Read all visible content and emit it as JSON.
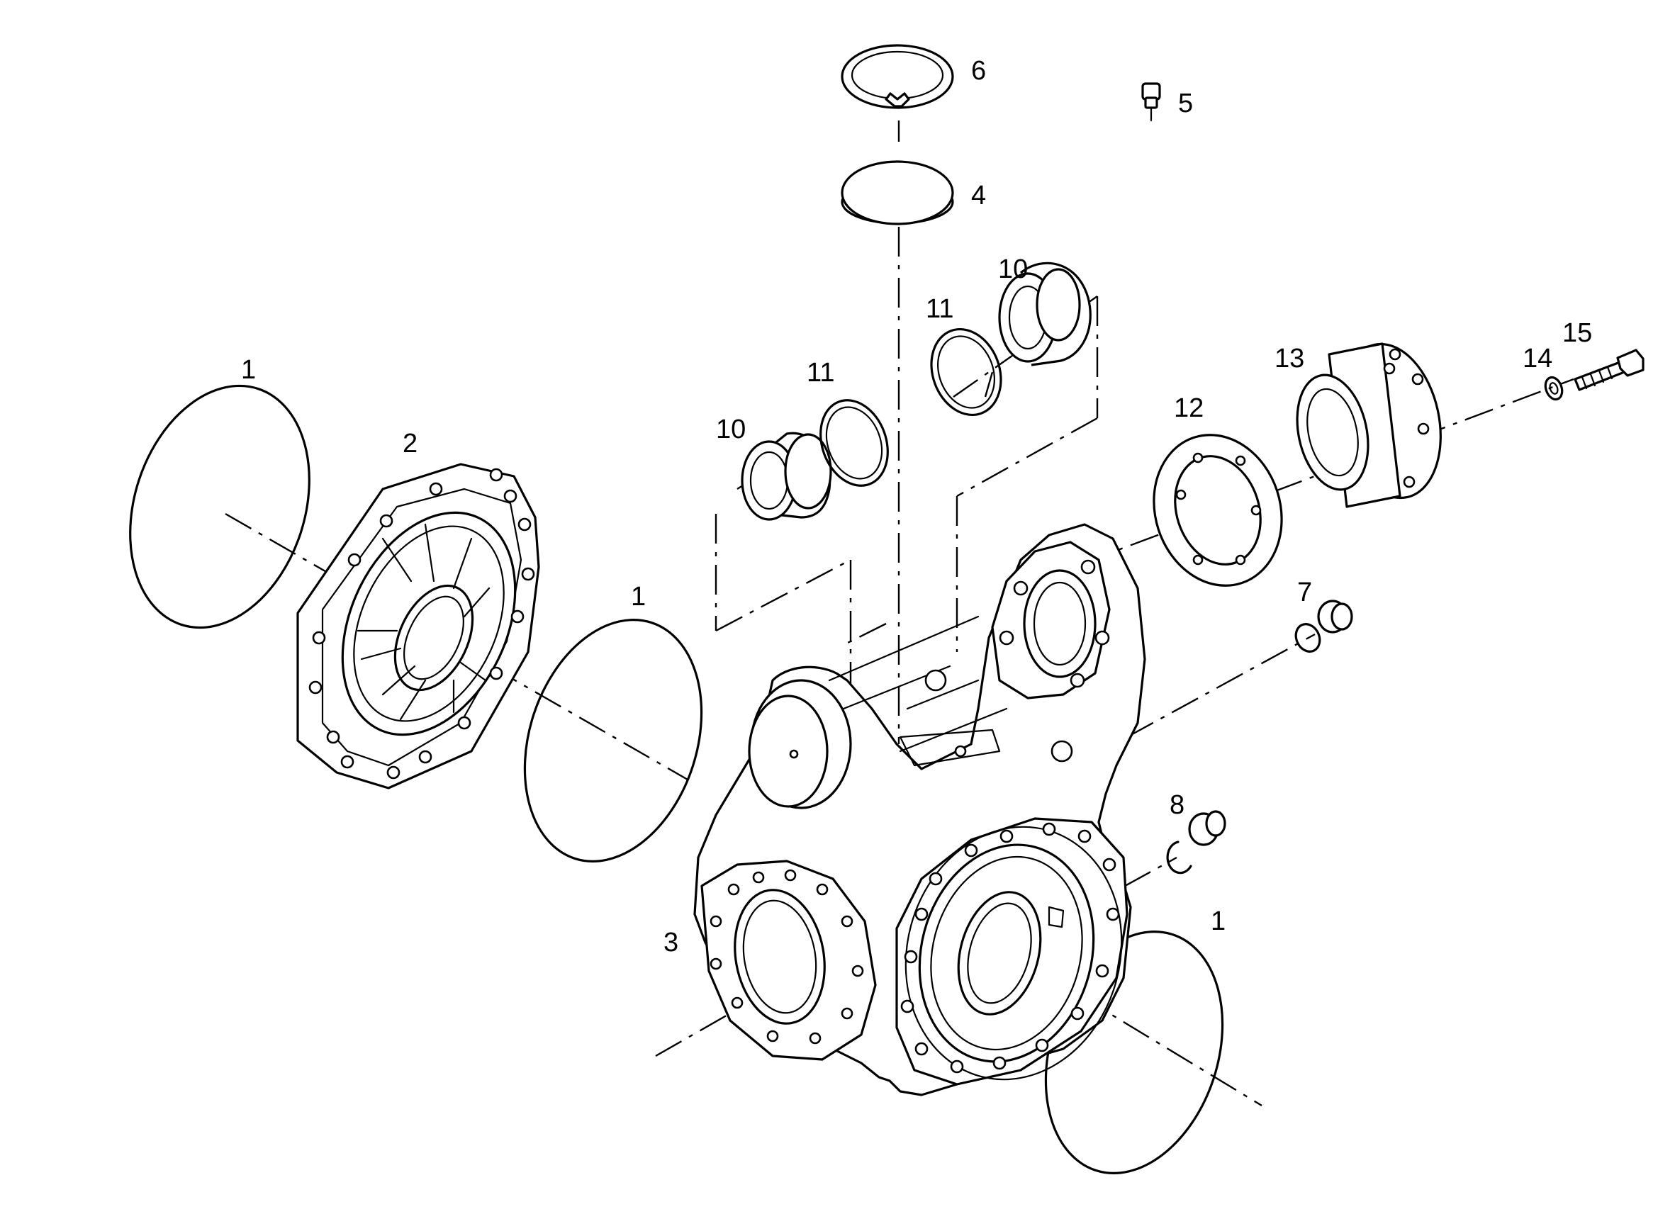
{
  "diagram": {
    "callouts": [
      {
        "id": "c1a",
        "text": "1"
      },
      {
        "id": "c1b",
        "text": "1"
      },
      {
        "id": "c1c",
        "text": "1"
      },
      {
        "id": "c2",
        "text": "2"
      },
      {
        "id": "c3",
        "text": "3"
      },
      {
        "id": "c4",
        "text": "4"
      },
      {
        "id": "c5",
        "text": "5"
      },
      {
        "id": "c6",
        "text": "6"
      },
      {
        "id": "c7",
        "text": "7"
      },
      {
        "id": "c8",
        "text": "8"
      },
      {
        "id": "c10a",
        "text": "10"
      },
      {
        "id": "c10b",
        "text": "10"
      },
      {
        "id": "c11a",
        "text": "11"
      },
      {
        "id": "c11b",
        "text": "11"
      },
      {
        "id": "c12",
        "text": "12"
      },
      {
        "id": "c13",
        "text": "13"
      },
      {
        "id": "c14",
        "text": "14"
      },
      {
        "id": "c15",
        "text": "15"
      }
    ]
  }
}
